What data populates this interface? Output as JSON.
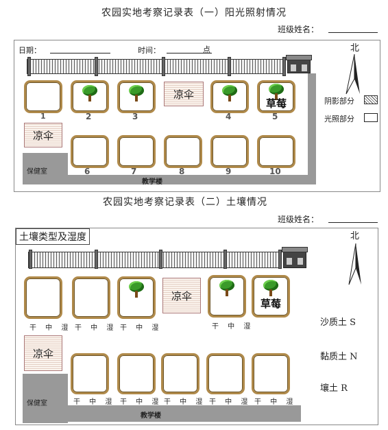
{
  "table1": {
    "title": "农园实地考察记录表（一）阳光照射情况",
    "class_name_label": "班级姓名：",
    "date_label": "日期：",
    "time_label": "时间：",
    "time_unit": "点",
    "north": "北",
    "shadow_label": "阴影部分",
    "sun_label": "光照部分",
    "plot_numbers": [
      "1",
      "2",
      "3",
      "4",
      "5",
      "6",
      "7",
      "8",
      "9",
      "10"
    ],
    "umbrella": "凉伞",
    "strawberry": "草莓",
    "clinic": "保健室",
    "teaching_building": "教学楼"
  },
  "table2": {
    "title": "农园实地考察记录表（二）土壤情况",
    "class_name_label": "班级姓名：",
    "section_header": "土壤类型及湿度",
    "north": "北",
    "moisture": "干 中 湿",
    "umbrella": "凉伞",
    "strawberry": "草莓",
    "clinic": "保健室",
    "teaching_building": "教学楼",
    "soil_types": [
      "沙质土 S",
      "黏质土 N",
      "壤土 R"
    ]
  }
}
